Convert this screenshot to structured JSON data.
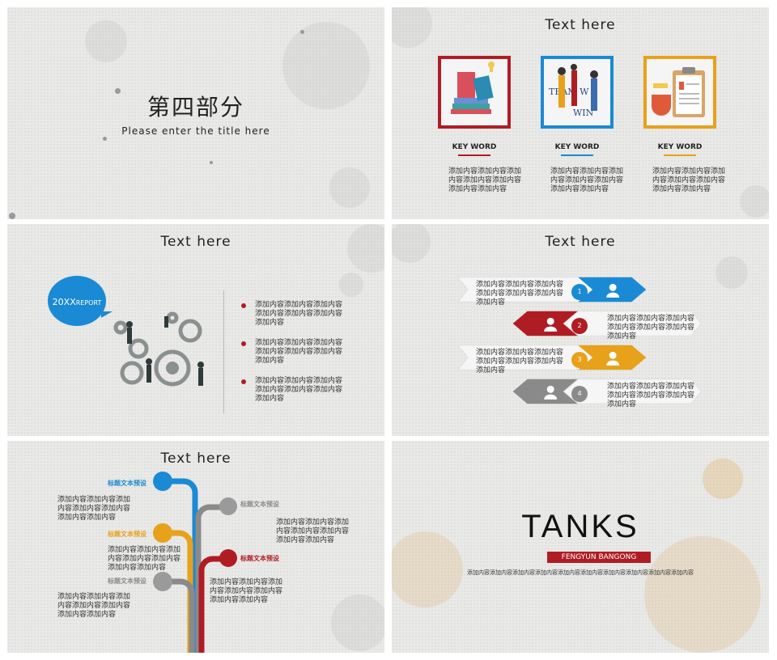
{
  "slide1": {
    "title": "第四部分",
    "subtitle": "Please enter the title here"
  },
  "slide2": {
    "title": "Text here",
    "cards": [
      {
        "keyword": "KEY WORD",
        "text": "添加内容添加内容添加内容添加内容添加内容添加内容添加内容",
        "color": "#b01c24",
        "icon": "books-illustration"
      },
      {
        "keyword": "KEY WORD",
        "text": "添加内容添加内容添加内容添加内容添加内容添加内容添加内容",
        "color": "#1a8ad4",
        "icon": "teamwork-illustration"
      },
      {
        "keyword": "KEY WORD",
        "text": "添加内容添加内容添加内容添加内容添加内容添加内容添加内容",
        "color": "#e8a11a",
        "icon": "clipboard-illustration"
      }
    ]
  },
  "slide3": {
    "title": "Text here",
    "badge_main": "20XX",
    "badge_sub": "REPORT",
    "bullets": [
      "添加内容添加内容添加内容添加内容添加内容添加内容添加内容",
      "添加内容添加内容添加内容添加内容添加内容添加内容添加内容",
      "添加内容添加内容添加内容添加内容添加内容添加内容添加内容"
    ]
  },
  "slide4": {
    "title": "Text here",
    "steps": [
      {
        "num": "1",
        "text": "添加内容添加内容添加内容添加内容添加内容添加内容添加内容",
        "color": "#1a8ad4"
      },
      {
        "num": "2",
        "text": "添加内容添加内容添加内容添加内容添加内容添加内容添加内容",
        "color": "#b01c24"
      },
      {
        "num": "3",
        "text": "添加内容添加内容添加内容添加内容添加内容添加内容添加内容",
        "color": "#e8a11a"
      },
      {
        "num": "4",
        "text": "添加内容添加内容添加内容添加内容添加内容添加内容添加内容",
        "color": "#8a8a8a"
      }
    ]
  },
  "slide5": {
    "title": "Text here",
    "branches": [
      {
        "label": "标题文本预设",
        "text": "添加内容添加内容添加内容添加内容添加内容添加内容添加内容",
        "color": "#1a8ad4"
      },
      {
        "label": "标题文本预设",
        "text": "添加内容添加内容添加内容添加内容添加内容添加内容添加内容",
        "color": "#8a8a8a"
      },
      {
        "label": "标题文本预设",
        "text": "添加内容添加内容添加内容添加内容添加内容添加内容添加内容",
        "color": "#e8a11a"
      },
      {
        "label": "标题文本预设",
        "text": "添加内容添加内容添加内容添加内容添加内容添加内容添加内容",
        "color": "#b01c24"
      },
      {
        "label": "标题文本预设",
        "text": "添加内容添加内容添加内容添加内容添加内容添加内容添加内容",
        "color": "#8a8a8a"
      }
    ]
  },
  "slide6": {
    "title": "TANKS",
    "banner": "FENGYUN BANGONG",
    "line": "添加内容添加内容添加内容添加内容添加内容添加内容添加内容添加内容添加内容添加内容",
    "accent": "#b01c24"
  }
}
